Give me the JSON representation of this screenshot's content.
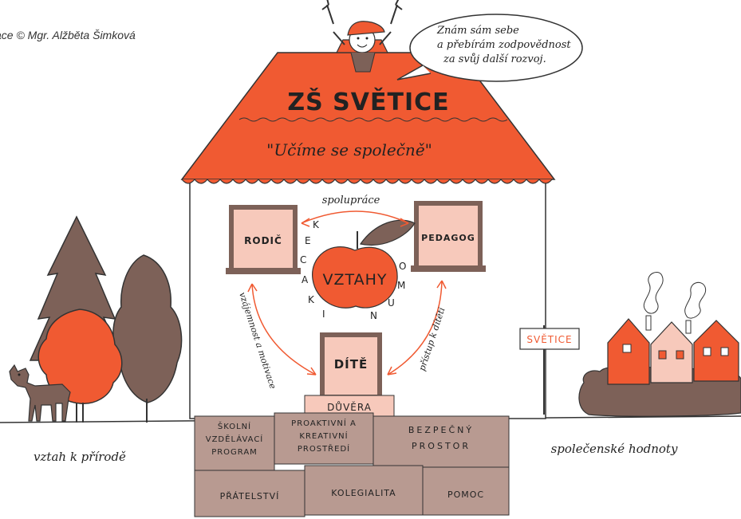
{
  "credit": "ace © Mgr. Alžběta Šimková",
  "speech": {
    "line1": "Znám sám sebe",
    "line2": "a přebírám zodpovědnost",
    "line3": "za svůj další rozvoj."
  },
  "roof": {
    "school_name": "ZŠ SVĚTICE",
    "motto": "\"Učíme se společně\""
  },
  "windows": {
    "left": "RODIČ",
    "right": "PEDAGOG",
    "door": "DÍTĚ",
    "step": "DŮVĚRA"
  },
  "apple": {
    "label": "VZTAHY",
    "ring_letters": [
      "K",
      "O",
      "M",
      "U",
      "N",
      "I",
      "K",
      "A",
      "C",
      "E"
    ]
  },
  "arrows": {
    "top": "spolupráce",
    "left": "vzájemnost a motivace",
    "right": "přístup k dítěti"
  },
  "sign": "SVĚTICE",
  "captions": {
    "left": "vztah k přírodě",
    "right": "společenské hodnoty"
  },
  "foundation": {
    "row1": [
      "ŠKOLNÍ VZDĚLÁVACÍ PROGRAM",
      "PROAKTIVNÍ A KREATIVNÍ PROSTŘEDÍ",
      "BEZPEČNÝ PROSTOR"
    ],
    "row2": [
      "PŘÁTELSTVÍ",
      "KOLEGIALITA",
      "POMOC"
    ]
  },
  "colors": {
    "accent": "#f05a32",
    "brown": "#7d6158",
    "pink": "#f7c9bb",
    "stone": "#b89a91"
  }
}
